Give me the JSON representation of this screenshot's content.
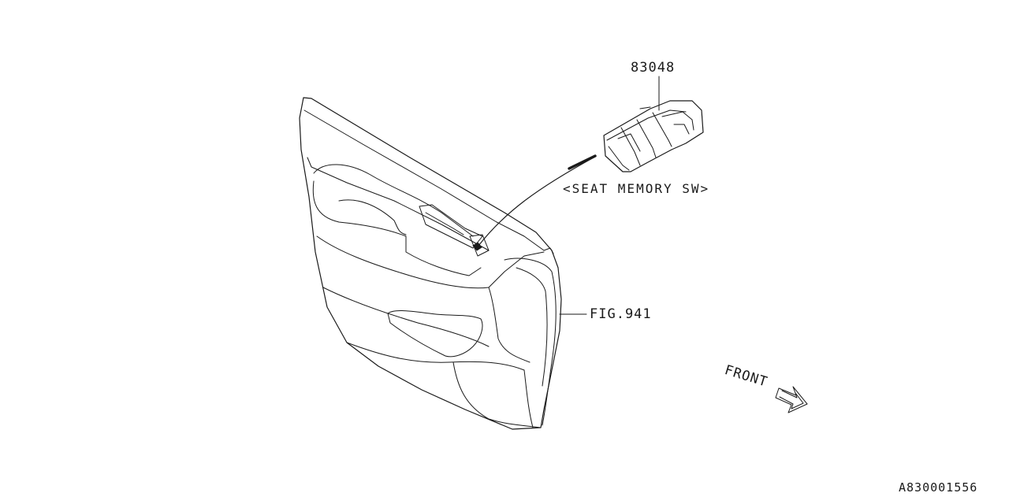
{
  "labels": {
    "part_number": "83048",
    "switch_caption": "<SEAT MEMORY SW>",
    "fig_ref": "FIG.941",
    "front": "FRONT",
    "drawing_code": "A830001556"
  },
  "icons": {
    "front_arrow": "double-outline-arrow-icon"
  },
  "colors": {
    "line": "#1a1a1a",
    "background": "#ffffff"
  }
}
